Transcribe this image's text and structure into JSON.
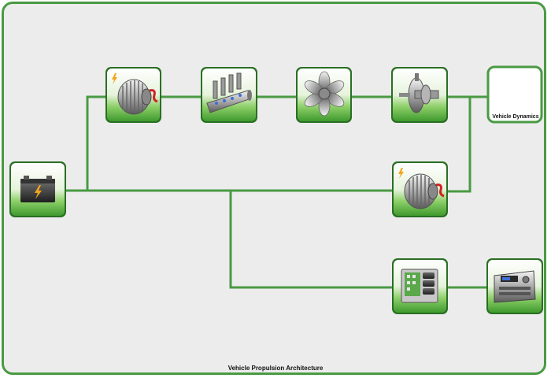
{
  "diagram": {
    "caption": "Vehicle Propulsion Architecture",
    "vehicle_dynamics_label": "Vehicle Dynamics",
    "accent_color": "#4a9a43",
    "line_color": "#4a9a43",
    "nodes": [
      {
        "id": "battery",
        "icon": "battery-icon"
      },
      {
        "id": "motor-top",
        "icon": "electric-motor-icon"
      },
      {
        "id": "engine",
        "icon": "engine-crankshaft-icon"
      },
      {
        "id": "fan",
        "icon": "fan-icon"
      },
      {
        "id": "transmission",
        "icon": "transmission-icon"
      },
      {
        "id": "vehicle-dynamics",
        "icon": "vehicle-dynamics-box"
      },
      {
        "id": "motor-mid",
        "icon": "electric-motor-icon"
      },
      {
        "id": "controller",
        "icon": "electronic-control-unit-icon"
      },
      {
        "id": "radio",
        "icon": "car-radio-icon"
      }
    ]
  }
}
